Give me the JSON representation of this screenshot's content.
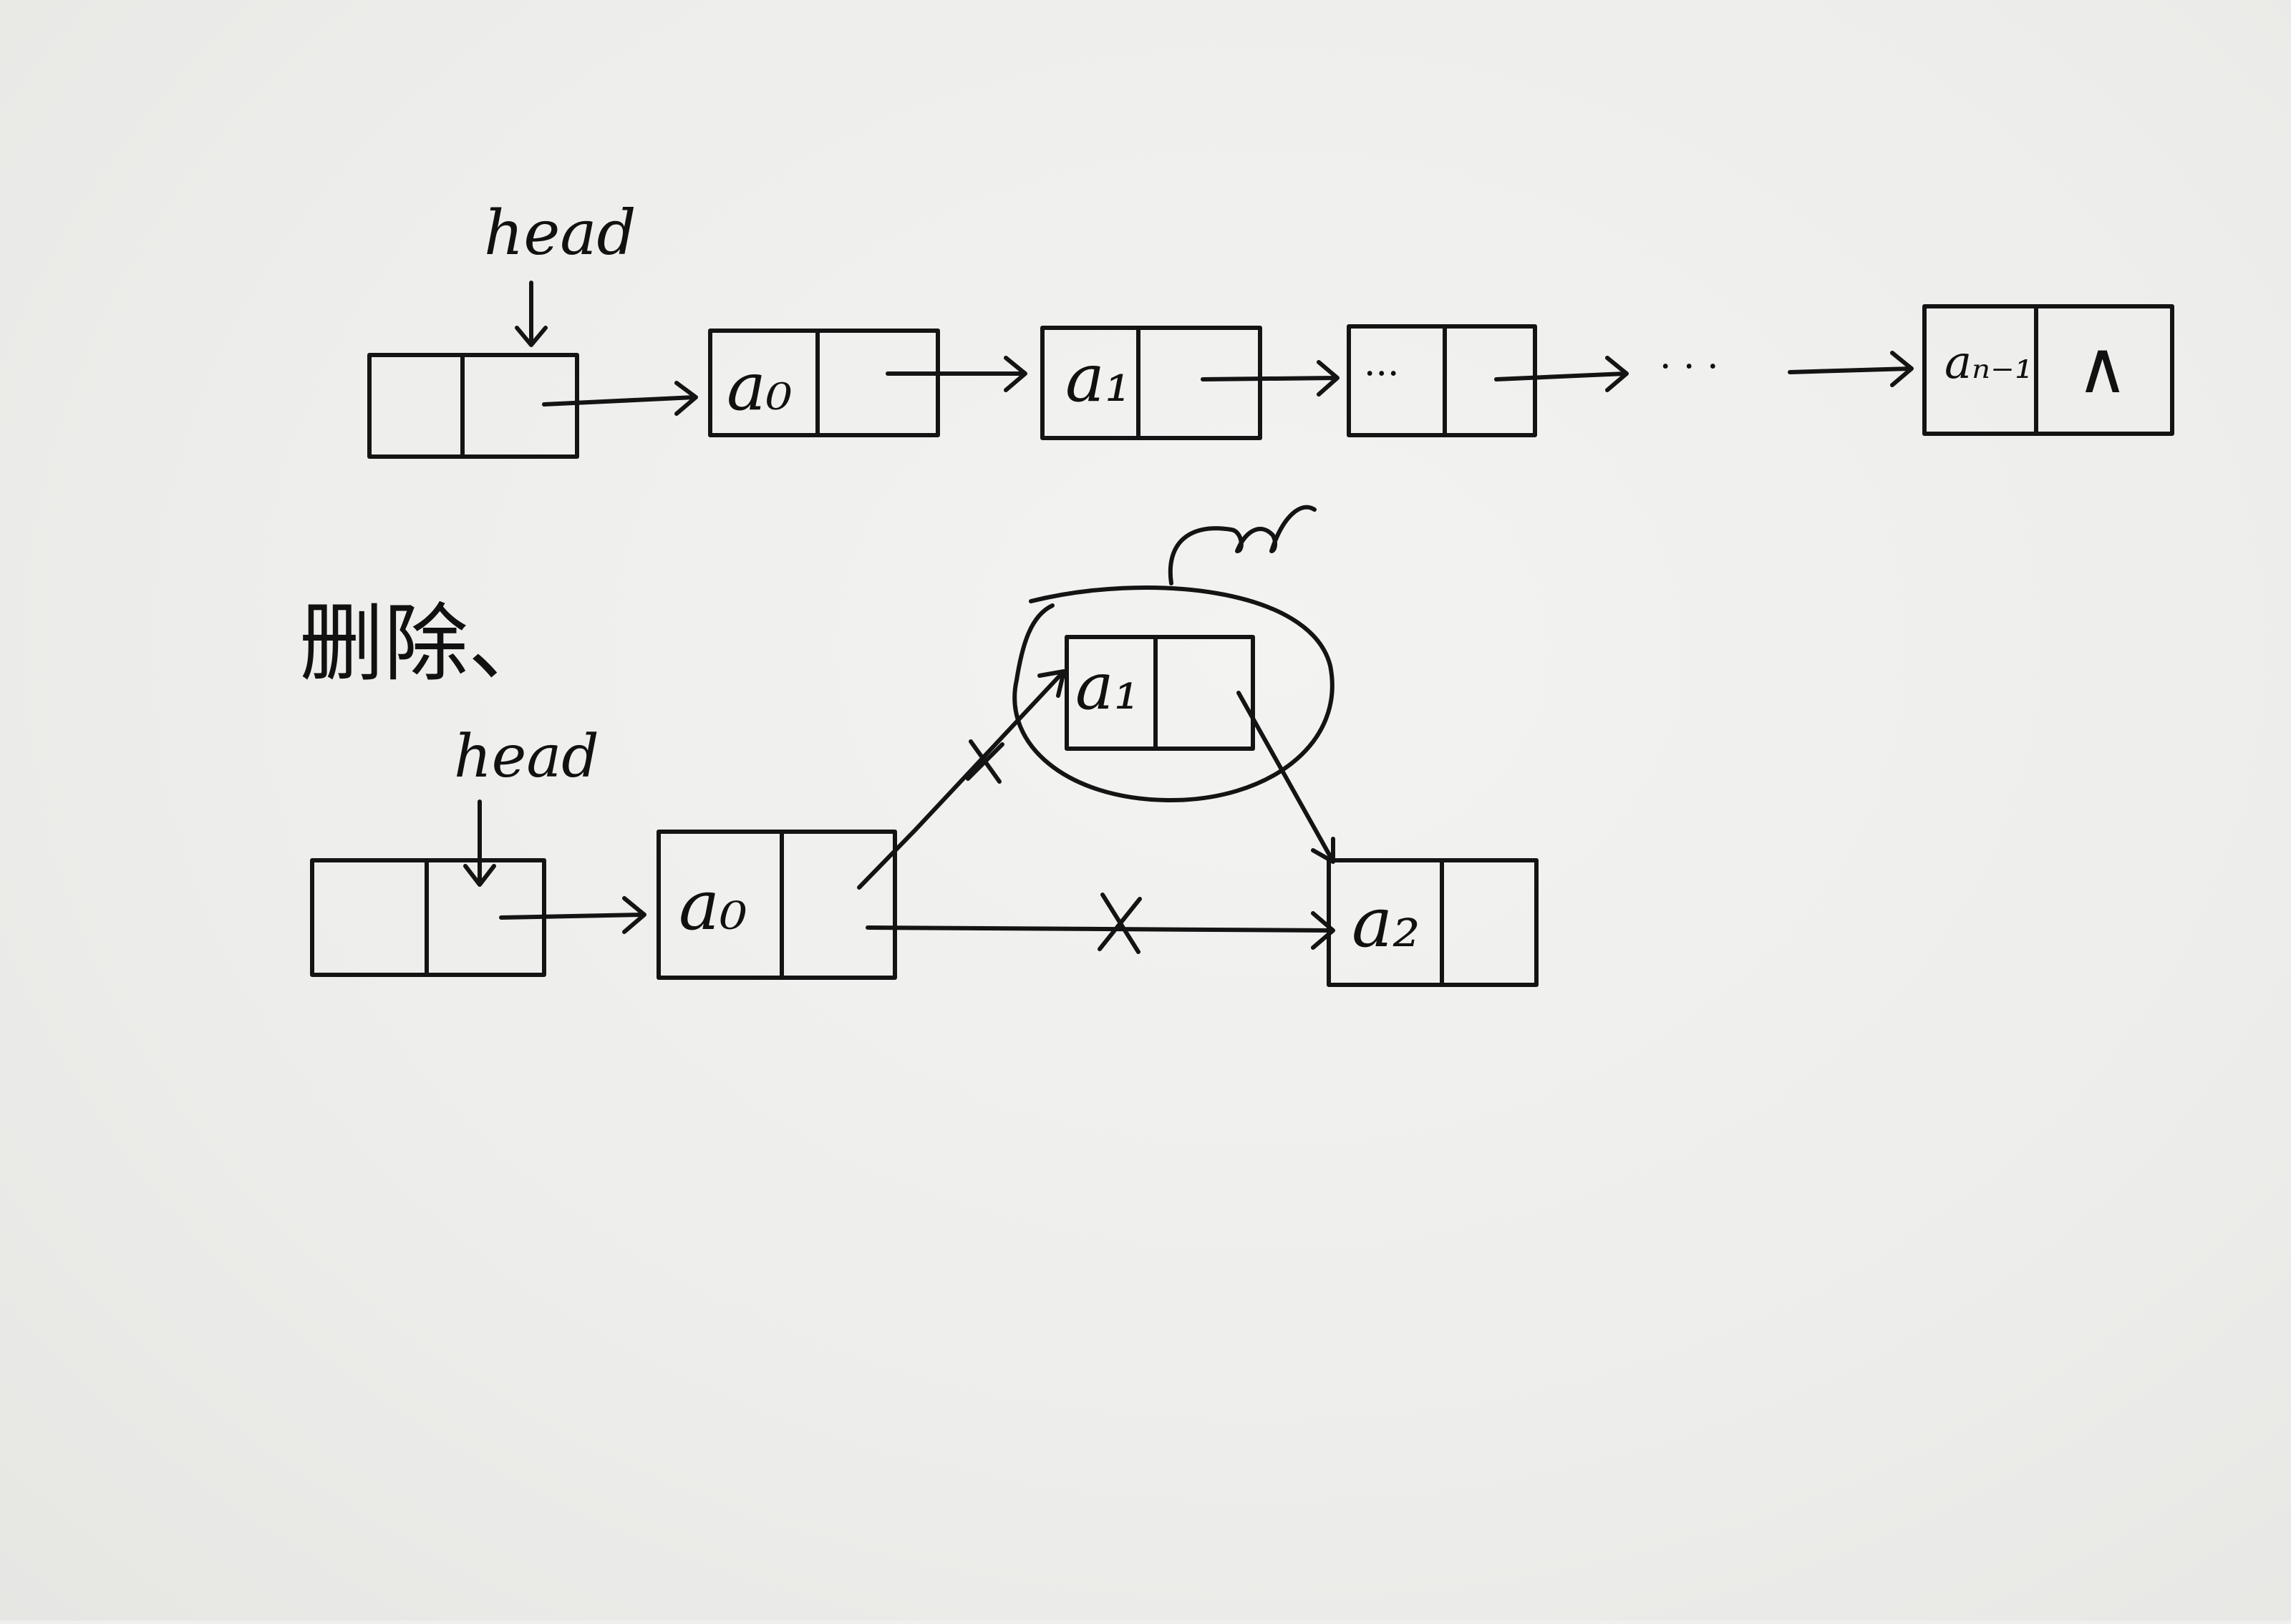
{
  "top_list": {
    "head_label": "head",
    "node_labels": [
      "a₀",
      "a₁",
      "···"
    ],
    "gap_ellipsis": "· · ·",
    "last_node": {
      "label": "aₙ₋₁",
      "null_symbol": "∧"
    }
  },
  "delete_section": {
    "title": "删除、",
    "head_label": "head",
    "node_a0": "a₀",
    "node_a1": "a₁",
    "node_a2": "a₂",
    "cross_mark": "×"
  }
}
